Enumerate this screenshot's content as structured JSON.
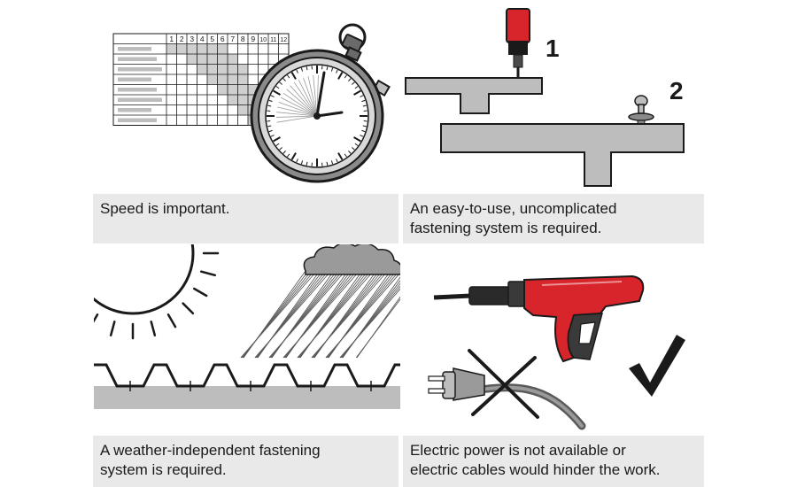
{
  "panels": [
    {
      "caption_lines": [
        "Speed is important."
      ],
      "illustration": [
        "schedule-grid",
        "stopwatch-icon"
      ],
      "grid_columns": [
        "1",
        "2",
        "3",
        "4",
        "5",
        "6",
        "7",
        "8",
        "9",
        "10",
        "11",
        "12"
      ]
    },
    {
      "caption_lines": [
        "An easy-to-use, uncomplicated",
        "fastening system is required."
      ],
      "illustration": [
        "fastener-tool-tip",
        "t-beam",
        "nail-fastener-icon"
      ],
      "step_labels": [
        "1",
        "2"
      ]
    },
    {
      "caption_lines": [
        "A weather-independent fastening",
        "system is required."
      ],
      "illustration": [
        "sun-icon",
        "rain-cloud-icon",
        "corrugated-deck"
      ]
    },
    {
      "caption_lines": [
        "Electric power is not available or",
        "electric cables would hinder the work."
      ],
      "illustration": [
        "powder-actuated-tool-icon",
        "power-plug-icon",
        "cross-icon",
        "checkmark-icon"
      ]
    }
  ],
  "colors": {
    "caption_bg": "#e9e9e9",
    "steel_gray": "#bdbdbd",
    "tool_red": "#d8242b",
    "ink": "#1a1a1a"
  }
}
